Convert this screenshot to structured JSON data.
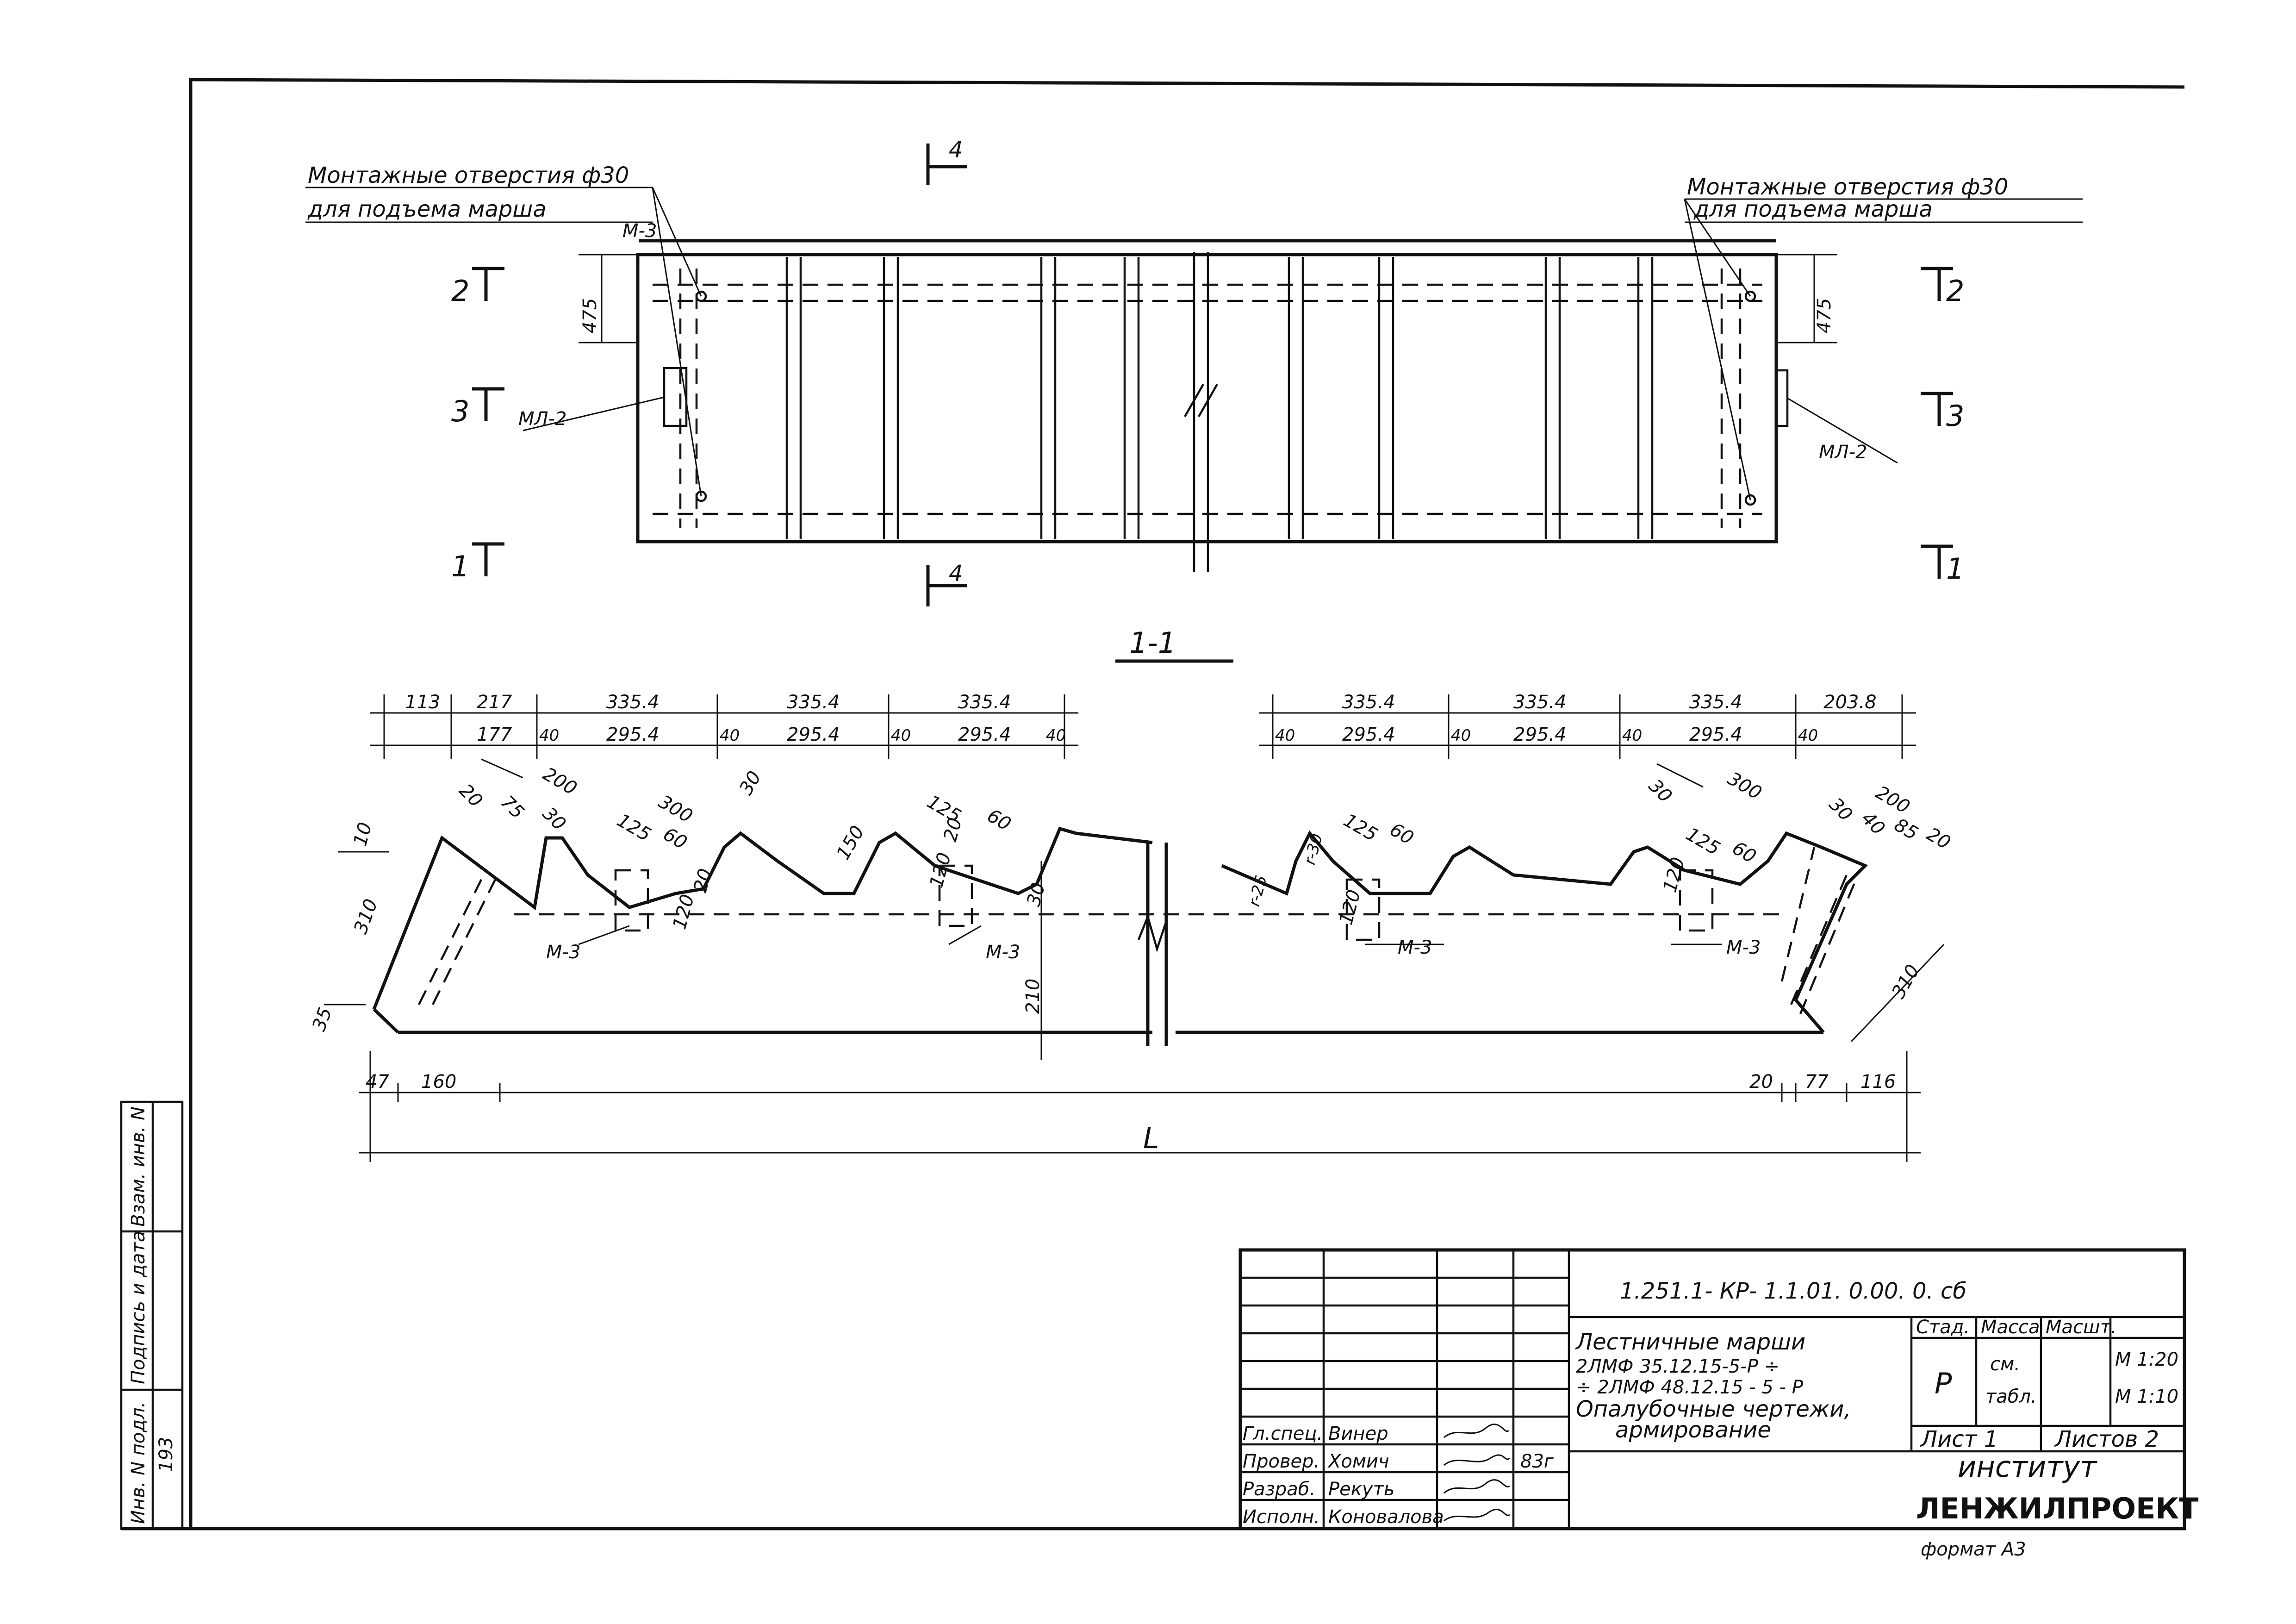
{
  "plan": {
    "note_left_1": "Монтажные отверстия ф30",
    "note_left_2": "для подъема марша",
    "note_right_1": "Монтажные отверстия ф30",
    "note_right_2": "для подъема марша",
    "tag_m3": "М-3",
    "tag_ml2_left": "МЛ-2",
    "tag_ml2_right": "МЛ-2",
    "dim_475_left": "475",
    "dim_475_right": "475",
    "cut_1": "1",
    "cut_2": "2",
    "cut_3": "3",
    "cut_4": "4"
  },
  "section": {
    "title": "1-1",
    "top_dims": [
      "113",
      "217",
      "335.4",
      "335.4",
      "335.4"
    ],
    "sub_dims": [
      "177",
      "40",
      "295.4",
      "40",
      "295.4",
      "40",
      "295.4",
      "40"
    ],
    "top_dims_right": [
      "335.4",
      "335.4",
      "335.4",
      "203.8"
    ],
    "sub_dims_right": [
      "40",
      "295.4",
      "40",
      "295.4",
      "40",
      "295.4",
      "40"
    ],
    "d20a": "20",
    "d75": "75",
    "d30a": "30",
    "d200a": "200",
    "d125a": "125",
    "d60a": "60",
    "d300a": "300",
    "d30b": "30",
    "d150": "150",
    "d125b": "125",
    "d60b": "60",
    "d120a": "120",
    "d20b": "20",
    "d30c": "30",
    "d20c": "20",
    "d120b": "120",
    "d10": "10",
    "d310a": "310",
    "d35": "35",
    "d210": "210",
    "d47": "47",
    "d160": "160",
    "d125c": "125",
    "d60c": "60",
    "dr25": "r-25",
    "dr30": "r-30",
    "d120c": "120",
    "d30d": "30",
    "d300b": "300",
    "d125d": "125",
    "d60d": "60",
    "d120d": "120",
    "d30e": "30",
    "d40": "40",
    "d200b": "200",
    "d85": "85",
    "d20d": "20",
    "d310b": "310",
    "d20e": "20",
    "d77": "77",
    "d116": "116",
    "L": "L",
    "m3_a": "М-3",
    "m3_b": "М-3",
    "m3_c": "М-3",
    "m3_d": "М-3"
  },
  "stamp": {
    "code": "1.251.1- КР- 1.1.01. 0.00. 0. сб",
    "title_1": "Лестничные марши",
    "title_2": "2ЛМФ 35.12.15-5-Р ÷",
    "title_3": "÷ 2ЛМФ 48.12.15 - 5 - Р",
    "title_4": "Опалубочные чертежи,",
    "title_5": "армирование",
    "h_stad": "Стад.",
    "h_mass": "Масса",
    "h_scale": "Масшт.",
    "stad_val": "Р",
    "mass_1": "см.",
    "mass_2": "табл.",
    "scale_1": "М 1:20",
    "scale_2": "М 1:10",
    "sheet": "Лист 1",
    "sheets": "Листов 2",
    "inst_1": "институт",
    "inst_2": "ЛЕНЖИЛПРОЕКТ",
    "format": "формат А3",
    "roles": [
      "Гл.спец.",
      "Провер.",
      "Разраб.",
      "Исполн."
    ],
    "names": [
      "Винер",
      "Хомич",
      "Рекуть",
      "Коновалова"
    ],
    "year": "83г"
  },
  "side": {
    "inv": "Инв. N подл.",
    "sign": "Подпись и дата",
    "vzam": "Взам. инв. N",
    "num": "193"
  }
}
